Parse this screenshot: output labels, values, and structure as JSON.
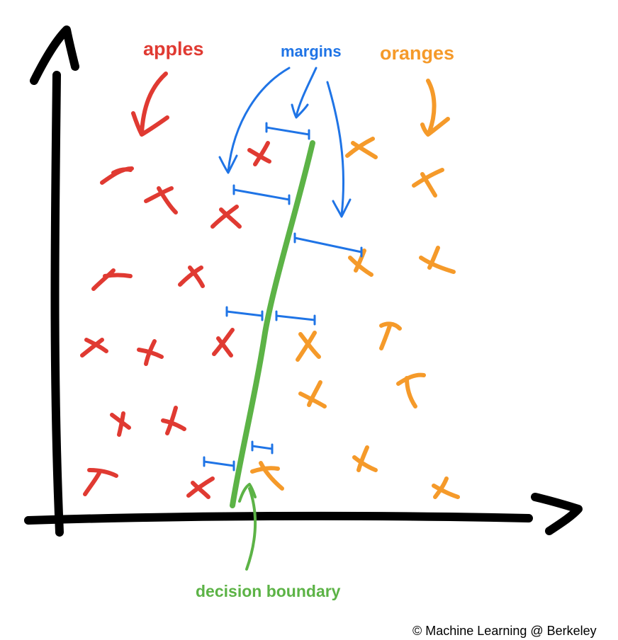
{
  "labels": {
    "apples": "apples",
    "margins": "margins",
    "oranges": "oranges",
    "decision_boundary": "decision boundary",
    "copyright": "© Machine Learning @ Berkeley"
  },
  "colors": {
    "apples": "#e03a32",
    "oranges": "#f59a2a",
    "margins": "#1f74e6",
    "boundary": "#5cb346",
    "axes": "#000000",
    "text": "#000000"
  },
  "icons": {
    "point_marker": "hand-drawn-x"
  }
}
